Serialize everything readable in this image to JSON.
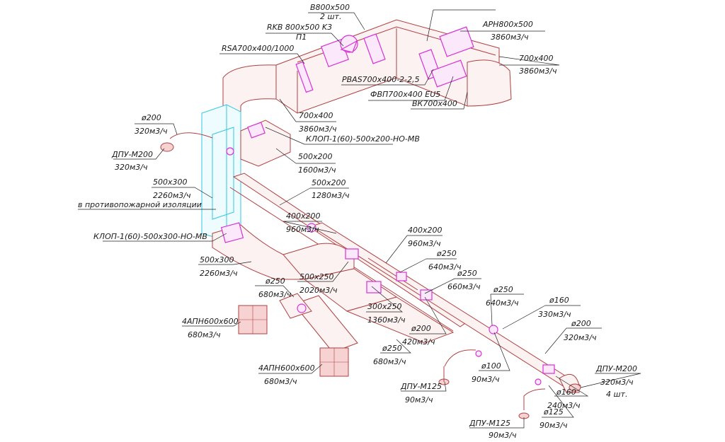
{
  "labels": {
    "top_cut": "B800x500",
    "top_cut_qty": "2 шт.",
    "rkb": "RKB 800x500 K3",
    "rkb_sub": "П1",
    "aph": "АРН800x500",
    "aph_flow": "3860м3/ч",
    "rsa": "RSA700x400/1000",
    "duct_700_right": "700x400",
    "duct_700_right_flow": "3860м3/ч",
    "pbas": "PBAS700x400-2-2,5",
    "fvp": "ФВП700x400 EU5",
    "vk": "ВК700x400",
    "duct_700_mid": "700x400",
    "duct_700_mid_flow": "3860м3/ч",
    "d200_top": "ø200",
    "d200_top_flow": "320м3/ч",
    "klop_top": "КЛОП-1(60)-500x200-НО-МВ",
    "dpu_m200_left": "ДПУ-М200",
    "dpu_m200_left_flow": "320м3/ч",
    "duct_500x200_a": "500x200",
    "duct_500x200_a_flow": "1600м3/ч",
    "duct_500x300_a": "500x300",
    "duct_500x300_a_flow": "2260м3/ч",
    "duct_500x200_b": "500x200",
    "duct_500x200_b_flow": "1280м3/ч",
    "fire_insulation": "в противопожарной изоляции",
    "duct_400x200_a": "400x200",
    "duct_400x200_a_flow": "960м3/ч",
    "klop_bottom": "КЛОП-1(60)-500x300-НО-МВ",
    "duct_400x200_b": "400x200",
    "duct_400x200_b_flow": "960м3/ч",
    "d250_a": "ø250",
    "d250_a_flow": "640м3/ч",
    "duct_500x300_b": "500x300",
    "duct_500x300_b_flow": "2260м3/ч",
    "d250_b": "ø250",
    "d250_b_flow": "660м3/ч",
    "d250_c": "ø250",
    "d250_c_flow": "680м3/ч",
    "duct_500x250": "500x250",
    "duct_500x250_flow": "2020м3/ч",
    "d250_d": "ø250",
    "d250_d_flow": "640м3/ч",
    "d160_a": "ø160",
    "d160_a_flow": "330м3/ч",
    "duct_300x250": "300x250",
    "duct_300x250_flow": "1360м3/ч",
    "apn_a": "4АПН600x600",
    "apn_a_flow": "680м3/ч",
    "d200_b": "ø200",
    "d200_b_flow": "320м3/ч",
    "d200_c": "ø200",
    "d200_c_flow": "420м3/ч",
    "d250_e": "ø250",
    "d250_e_flow": "680м3/ч",
    "apn_b": "4АПН600x600",
    "apn_b_flow": "680м3/ч",
    "dpu_m200_right": "ДПУ-М200",
    "dpu_m200_right_flow": "320м3/ч",
    "d100": "ø100",
    "d100_flow": "90м3/ч",
    "qty_4": "4 шт.",
    "dpu_m125_a": "ДПУ-М125",
    "dpu_m125_a_flow": "90м3/ч",
    "d160_b": "ø160",
    "d160_b_flow": "240м3/ч",
    "d125": "ø125",
    "d125_flow": "90м3/ч",
    "dpu_m125_b": "ДПУ-М125",
    "dpu_m125_b_flow": "90м3/ч"
  },
  "colors": {
    "duct": "#b04040",
    "equipment": "#d633d6",
    "insulation": "#33c9e0",
    "text": "#1a1a1a"
  }
}
